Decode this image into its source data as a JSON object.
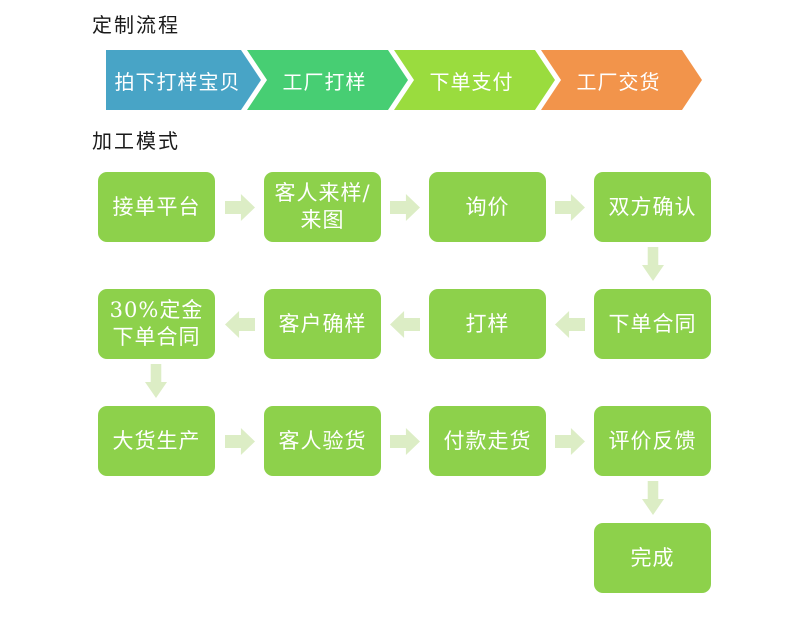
{
  "titles": {
    "customization": "定制流程",
    "processing": "加工模式"
  },
  "banner": {
    "steps": [
      {
        "label": "拍下打样宝贝",
        "color": "#48A4C6"
      },
      {
        "label": "工厂打样",
        "color": "#47CE73"
      },
      {
        "label": "下单支付",
        "color": "#9ADC3E"
      },
      {
        "label": "工厂交货",
        "color": "#F2944B"
      }
    ]
  },
  "flow": {
    "box_color": "#8DD14B",
    "connector_color": "#DCEDC5",
    "rows": [
      {
        "direction": "right",
        "boxes": [
          {
            "label": "接单平台"
          },
          {
            "label": "客人来样/\n来图"
          },
          {
            "label": "询价"
          },
          {
            "label": "双方确认"
          }
        ]
      },
      {
        "direction": "left",
        "boxes": [
          {
            "label": "30%定金\n下单合同"
          },
          {
            "label": "客户确样"
          },
          {
            "label": "打样"
          },
          {
            "label": "下单合同"
          }
        ]
      },
      {
        "direction": "right",
        "boxes": [
          {
            "label": "大货生产"
          },
          {
            "label": "客人验货"
          },
          {
            "label": "付款走货"
          },
          {
            "label": "评价反馈"
          }
        ]
      },
      {
        "direction": "end",
        "boxes": [
          {
            "label": "完成"
          }
        ]
      }
    ]
  }
}
